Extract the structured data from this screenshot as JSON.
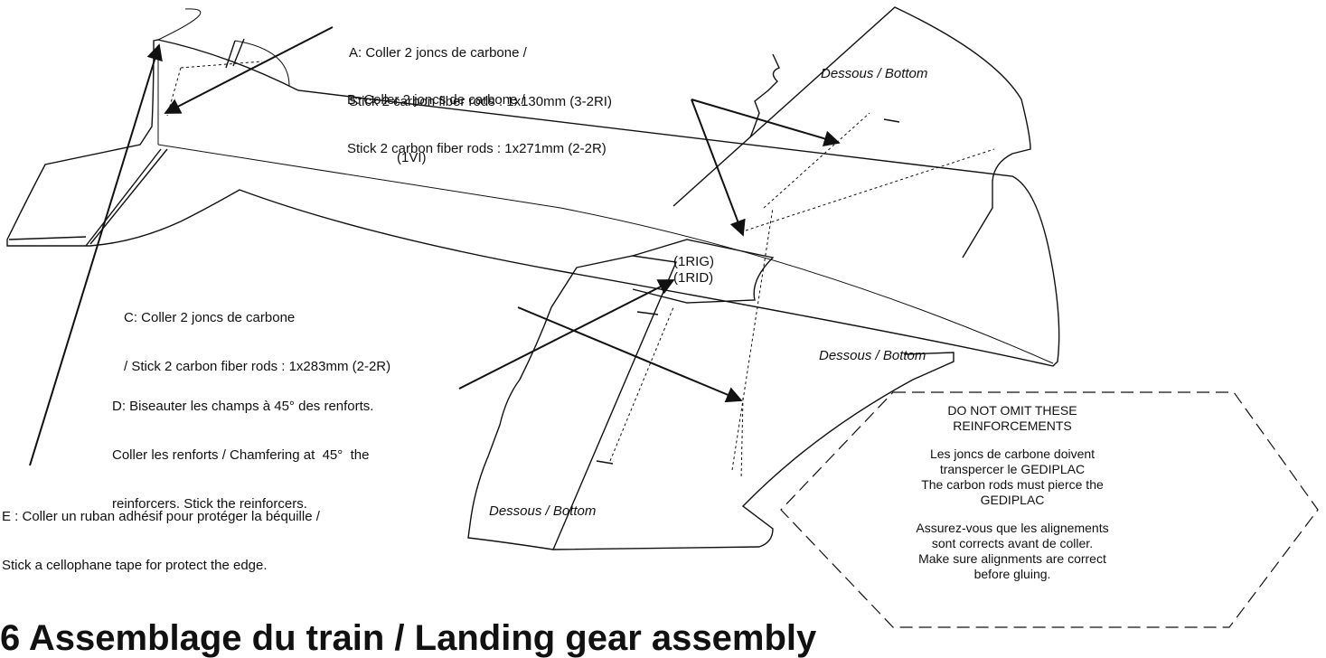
{
  "notes": {
    "a": [
      "A: Coller 2 joncs de carbone /",
      "Stick 2 carbon fiber rods : 1x130mm (3-2RI)"
    ],
    "b": [
      "B: Coller 2 joncs de carbone /",
      "Stick 2 carbon fiber rods : 1x271mm (2-2R)"
    ],
    "c": [
      "C: Coller 2 joncs de carbone",
      "/ Stick 2 carbon fiber rods : 1x283mm (2-2R)"
    ],
    "d": [
      "D: Biseauter les champs à 45° des renforts.",
      "Coller les renforts / Chamfering at  45°  the",
      "reinforcers. Stick the reinforcers."
    ],
    "e": [
      "E : Coller un ruban adhésif pour protéger la béquille /",
      "Stick a cellophane tape for protect the edge."
    ]
  },
  "parts": {
    "fuselage": "(1VI)",
    "rig": "(1RIG)",
    "rid": "(1RID)"
  },
  "faces": {
    "top_right": "Dessous / Bottom",
    "mid_right": "Dessous / Bottom",
    "bottom_left": "Dessous / Bottom"
  },
  "warning": {
    "title_1": "DO NOT OMIT THESE",
    "title_2": "REINFORCEMENTS",
    "p1_1": "Les joncs de carbone doivent",
    "p1_2": "transpercer le GEDIPLAC",
    "p1_3": "The carbon rods must pierce the",
    "p1_4": "GEDIPLAC",
    "p2_1": "Assurez-vous que les alignements",
    "p2_2": "sont corrects avant de coller.",
    "p2_3": "Make sure alignments are correct",
    "p2_4": "before gluing."
  },
  "title": "6 Assemblage du train / Landing gear assembly"
}
